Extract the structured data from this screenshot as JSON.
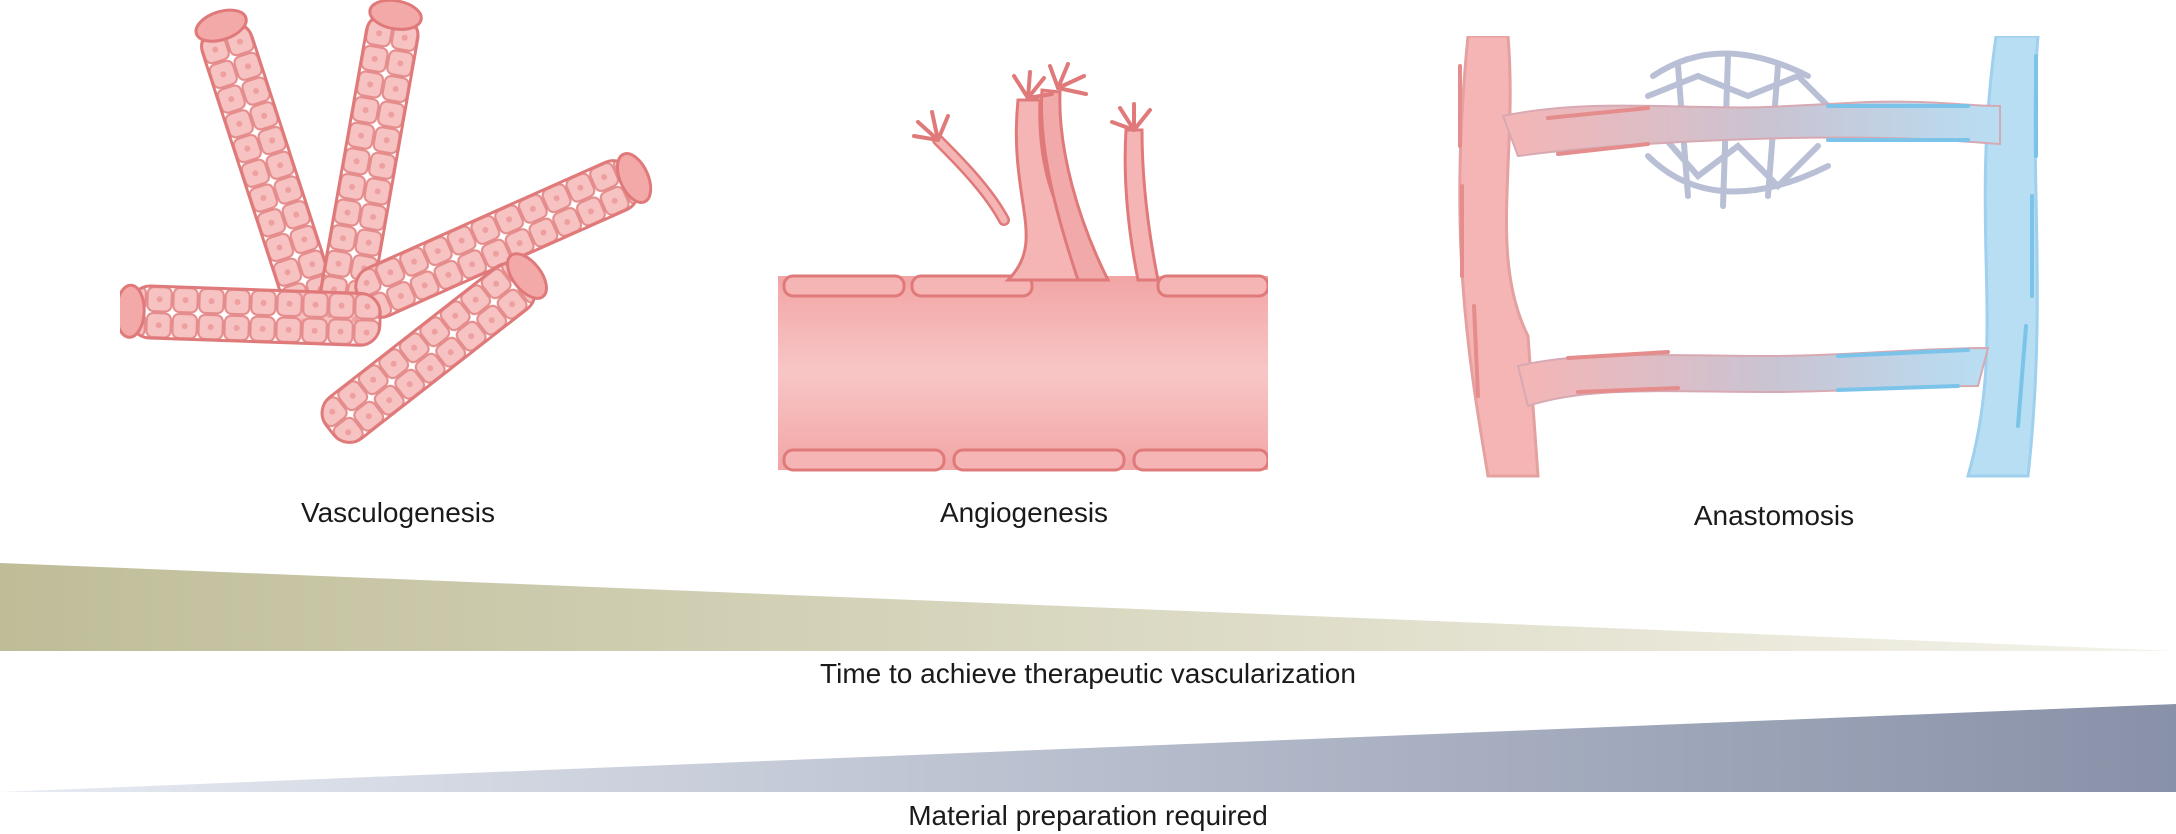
{
  "stages": {
    "vasculogenesis": "Vasculogenesis",
    "angiogenesis": "Angiogenesis",
    "anastomosis": "Anastomosis"
  },
  "scales": {
    "time": "Time to achieve therapeutic vascularization",
    "material": "Material preparation required"
  },
  "colors": {
    "vessel_red": "#f5b5b5",
    "vessel_red_stroke": "#e07a7a",
    "vessel_blue": "#b8def3",
    "vessel_blue_stroke": "#7cc3ea",
    "matrix_grey": "#b9c0d6",
    "time_wedge_dark": "#bfbd98",
    "time_wedge_light": "#f4f3ea",
    "material_wedge_light": "#e7ebf2",
    "material_wedge_dark": "#8891a8"
  }
}
